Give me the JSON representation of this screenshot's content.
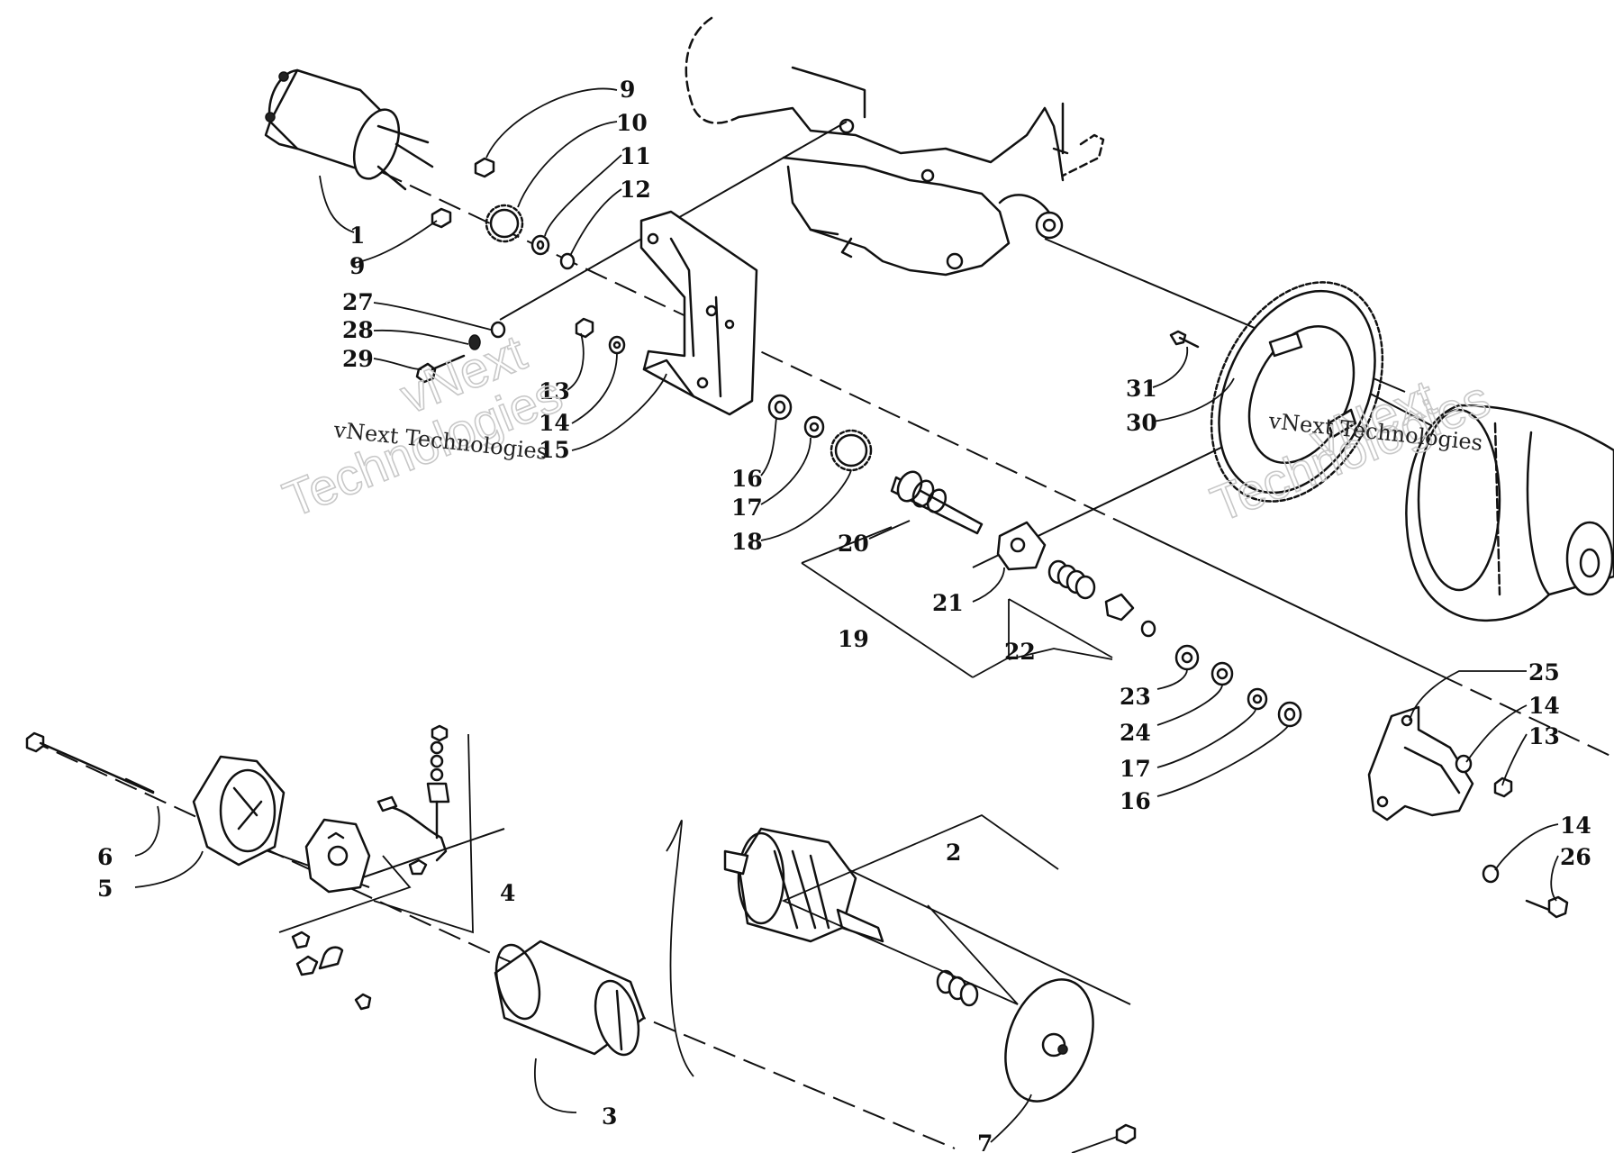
{
  "watermark": {
    "small": "vNext Technologies",
    "big_line1": "vNext",
    "big_line2": "Technologies"
  },
  "callouts": {
    "p1": "1",
    "p2": "2",
    "p3": "3",
    "p4": "4",
    "p5": "5",
    "p6": "6",
    "p7": "7",
    "p9a": "9",
    "p9b": "9",
    "p10": "10",
    "p11": "11",
    "p12": "12",
    "p13a": "13",
    "p13b": "13",
    "p14a": "14",
    "p14b": "14",
    "p14c": "14",
    "p15": "15",
    "p16a": "16",
    "p16b": "16",
    "p17a": "17",
    "p17b": "17",
    "p18": "18",
    "p19": "19",
    "p20": "20",
    "p21": "21",
    "p22": "22",
    "p23": "23",
    "p24": "24",
    "p25": "25",
    "p26": "26",
    "p27": "27",
    "p28": "28",
    "p29": "29",
    "p30": "30",
    "p31": "31"
  }
}
